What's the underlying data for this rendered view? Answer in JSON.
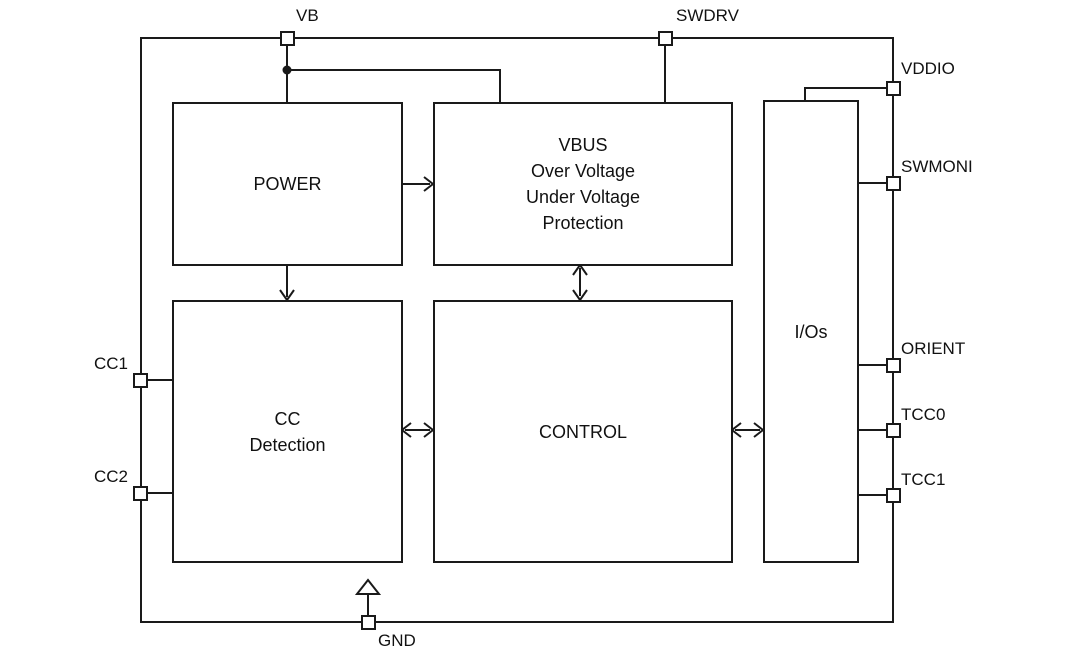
{
  "diagram": {
    "colors": {
      "line": "#1a1a1a",
      "background": "#ffffff"
    },
    "blocks": {
      "power": "POWER",
      "vbus_protection": [
        "VBUS",
        "Over Voltage",
        "Under Voltage",
        "Protection"
      ],
      "cc_detection": [
        "CC",
        "Detection"
      ],
      "control": "CONTROL",
      "ios": "I/Os"
    },
    "pins": {
      "vb": "VB",
      "swdrv": "SWDRV",
      "vddio": "VDDIO",
      "swmoni": "SWMONI",
      "orient": "ORIENT",
      "tcc0": "TCC0",
      "tcc1": "TCC1",
      "cc1": "CC1",
      "cc2": "CC2",
      "gnd": "GND"
    }
  }
}
